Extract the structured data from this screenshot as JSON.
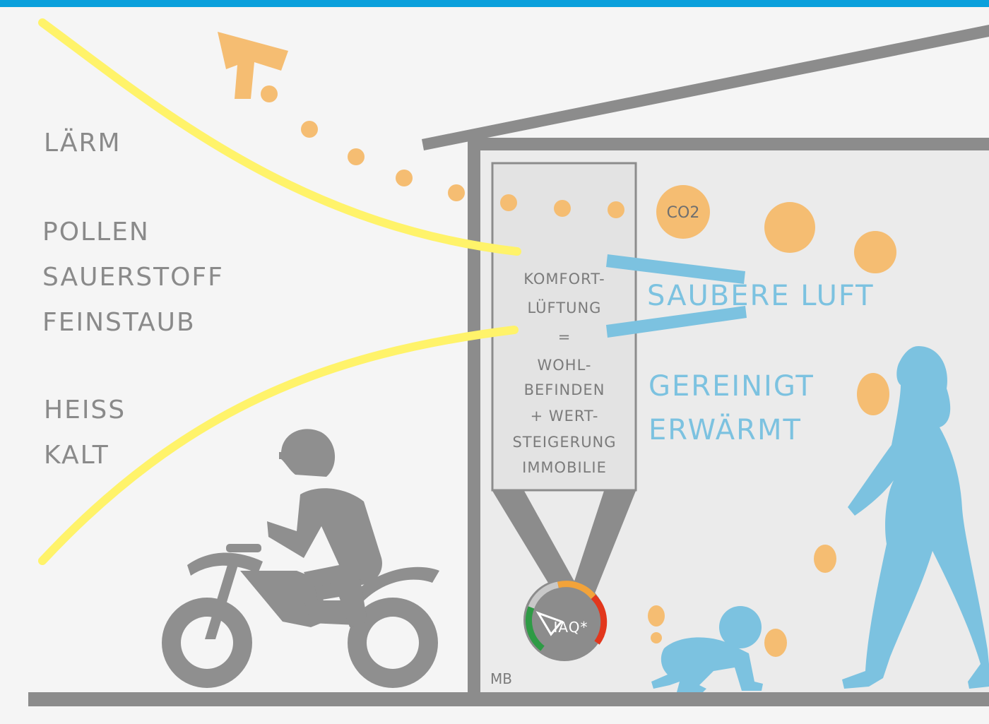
{
  "outside_labels": {
    "noise": "LÄRM",
    "pollen": "POLLEN",
    "oxygen": "SAUERSTOFF",
    "fine_dust": "FEINSTAUB",
    "hot": "HEISS",
    "cold": "KALT"
  },
  "inside_labels": {
    "clean_air": "SAUBERE LUFT",
    "cleaned": "GEREINIGT",
    "warmed": "ERWÄRMT"
  },
  "ventilation_unit": {
    "line1": "KOMFORT-",
    "line2": "LÜFTUNG",
    "line3": "=",
    "line4": "WOHL-",
    "line5": "BEFINDEN",
    "line6": "+ WERT-",
    "line7": "STEIGERUNG",
    "line8": "IMMOBILIE"
  },
  "co2_label": "CO2",
  "medal_label": "IAQ*",
  "signature": "MB",
  "colors": {
    "top_bar": "#0aa0dc",
    "house_walls": "#8c8c8c",
    "yellow_flow": "#fff36a",
    "orange_particles": "#f5bd72",
    "blue_people_and_text": "#7cc2e0",
    "interior_bg": "#ebebeb"
  }
}
